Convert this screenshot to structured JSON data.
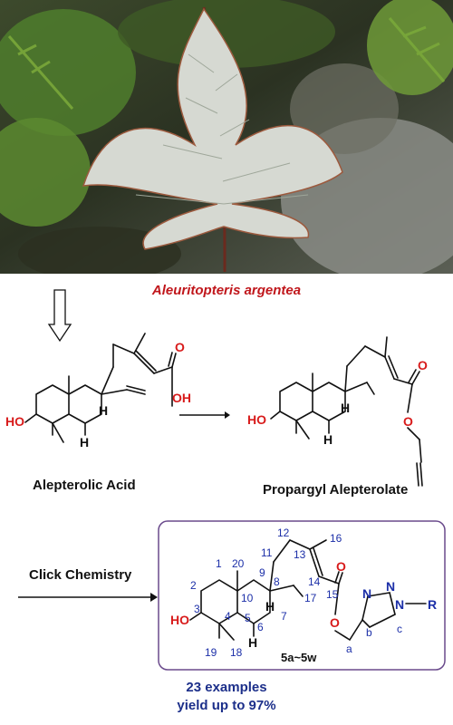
{
  "species_name": "Aleuritopteris argentea",
  "compounds": {
    "acid": "Alepterolic Acid",
    "ester": "Propargyl Alepterolate",
    "products": "5a~5w"
  },
  "reaction_label": "Click Chemistry",
  "atoms": {
    "oh": "OH",
    "ho": "HO",
    "o": "O",
    "h": "H",
    "n": "N",
    "r": "R"
  },
  "numbering": [
    "1",
    "2",
    "3",
    "4",
    "5",
    "6",
    "7",
    "8",
    "9",
    "10",
    "11",
    "12",
    "13",
    "14",
    "15",
    "16",
    "17",
    "18",
    "19",
    "20",
    "a",
    "b",
    "c"
  ],
  "stats": {
    "examples": "23 examples",
    "yield": "yield up to 97%"
  },
  "colors": {
    "species": "#c0161b",
    "oxygen": "#d81b1b",
    "nitrogen": "#1c2fa8",
    "numbering": "#1c2fa8",
    "stats": "#1c2f8a",
    "product_box_border": "#6a4a8c"
  }
}
